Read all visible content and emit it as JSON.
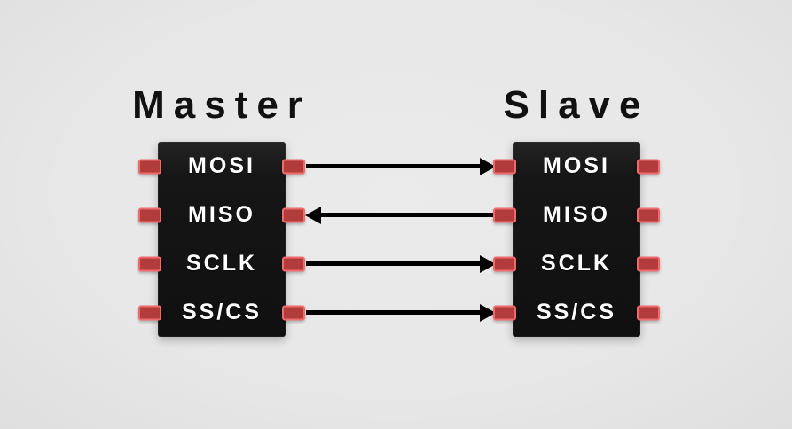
{
  "diagram": {
    "protocol": "SPI master-slave signal wiring",
    "master": {
      "title": "Master",
      "pins": [
        "MOSI",
        "MISO",
        "SCLK",
        "SS/CS"
      ]
    },
    "slave": {
      "title": "Slave",
      "pins": [
        "MOSI",
        "MISO",
        "SCLK",
        "SS/CS"
      ]
    },
    "connections": [
      {
        "signal": "MOSI",
        "from": "master",
        "to": "slave",
        "direction": "right"
      },
      {
        "signal": "MISO",
        "from": "slave",
        "to": "master",
        "direction": "left"
      },
      {
        "signal": "SCLK",
        "from": "master",
        "to": "slave",
        "direction": "right"
      },
      {
        "signal": "SS/CS",
        "from": "master",
        "to": "slave",
        "direction": "right"
      }
    ],
    "colors": {
      "background": "#ebebeb",
      "chip_body": "#161616",
      "pin_fill": "#b23c3c",
      "pin_border": "#ef6b6b",
      "arrow": "#000000",
      "pin_label": "#ffffff",
      "title": "#111111"
    }
  }
}
